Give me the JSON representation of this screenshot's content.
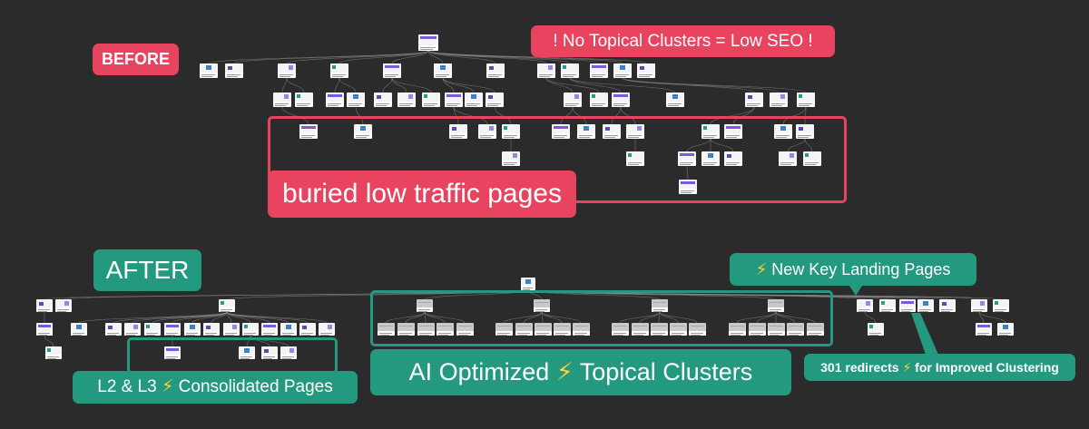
{
  "colors": {
    "background": "#2b2b2b",
    "before_accent": "#e8445f",
    "after_accent": "#23997f",
    "lightning": "#ffd23a"
  },
  "icons": {
    "lightning": "lightning-bolt-icon"
  },
  "before": {
    "heading": "BEFORE",
    "warning": "! No Topical Clusters = Low SEO !",
    "callout": "buried low traffic pages"
  },
  "after": {
    "heading": "AFTER",
    "landing_pages": {
      "bolt": "⚡",
      "text": "New Key Landing Pages"
    },
    "clusters": {
      "prefix": "AI Optimized",
      "bolt": "⚡",
      "suffix": "Topical Clusters"
    },
    "consolidated": {
      "prefix": "L2 & L3",
      "bolt": "⚡",
      "suffix": "Consolidated Pages"
    },
    "redirects": {
      "prefix": "301 redirects",
      "bolt": "⚡",
      "suffix": "for Improved Clustering"
    }
  }
}
